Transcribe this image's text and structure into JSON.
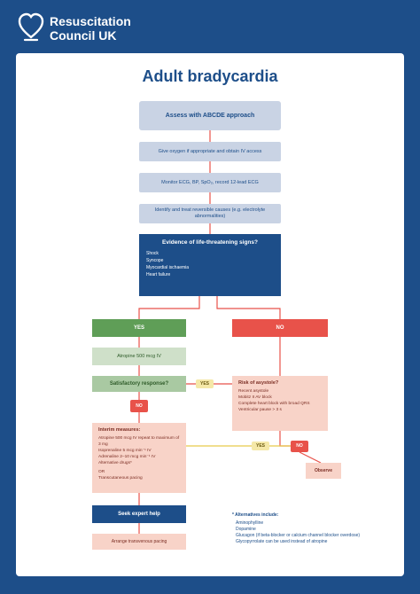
{
  "org": {
    "line1": "Resuscitation",
    "line2": "Council UK"
  },
  "title": "Adult bradycardia",
  "flow": {
    "assess": "Assess with ABCDE approach",
    "step1": "Give oxygen if appropriate and obtain IV access",
    "step2": "Monitor ECG, BP, SpO₂, record 12-lead ECG",
    "step3": "Identify and treat reversible causes (e.g. electrolyte abnormalities)",
    "question": {
      "title": "Evidence of life-threatening signs?",
      "items": [
        "Shock",
        "Syncope",
        "Myocardial ischaemia",
        "Heart failure"
      ]
    },
    "yes_label": "YES",
    "no_label": "NO",
    "atropine": "Atropine 500 mcg IV",
    "satisfactory": "Satisfactory response?",
    "yes_small": "YES",
    "no_small": "NO",
    "risk": {
      "title": "Risk of asystole?",
      "items": [
        "Recent asystole",
        "Mobitz II AV block",
        "Complete heart block with broad QRS",
        "Ventricular pause > 3 s"
      ]
    },
    "interim": {
      "title": "Interim measures:",
      "items": [
        "Atropine 500 mcg IV repeat to maximum of 3 mg",
        "Isoprenaline 5 mcg min⁻¹ IV",
        "Adrenaline 2–10 mcg min⁻¹ IV",
        "Alternative drugs*"
      ],
      "or_label": "OR",
      "pacing": "Transcutaneous pacing"
    },
    "observe": "Observe",
    "expert": "Seek expert help",
    "transvenous": "Arrange transvenous pacing"
  },
  "note": {
    "title": "* Alternatives include:",
    "items": [
      "Aminophylline",
      "Dopamine",
      "Glucagon (if beta-blocker or calcium channel blocker overdose)",
      "Glycopyrrolate can be used instead of atropine"
    ]
  },
  "colors": {
    "brand_navy": "#1d4e89",
    "light_blue": "#c9d3e4",
    "green": "#5f9e57",
    "red": "#e8524a",
    "pink": "#f8d3c8",
    "yellow": "#f5e8a8"
  }
}
